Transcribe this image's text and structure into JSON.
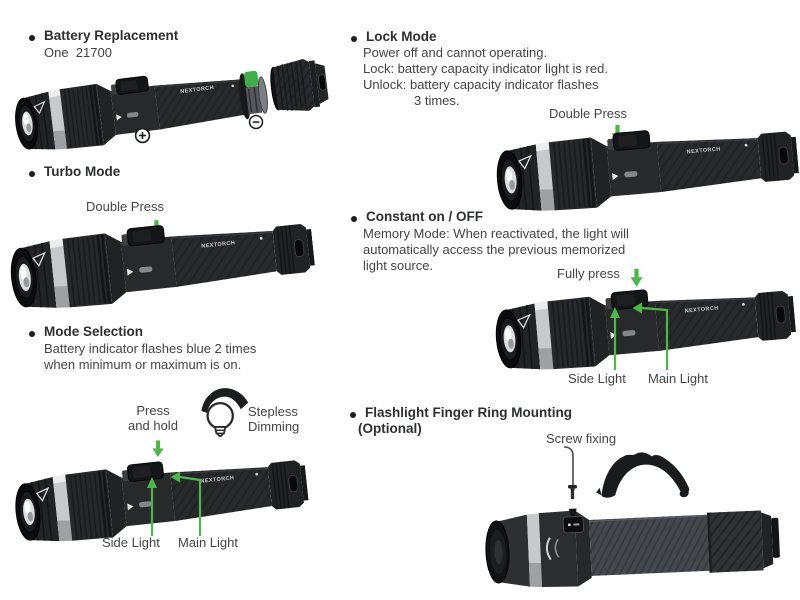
{
  "brand": "NEXTORCH",
  "colors": {
    "accent_green": "#4cb848",
    "heading_text": "#2e2f30",
    "body_text": "#434445",
    "flashlight_body": "#27292b",
    "silver_band": "#c7c9cb",
    "battery_green": "#3fae49"
  },
  "icons": {
    "press_indicator": "green-down-arrow",
    "dimming": "bulb-with-arc",
    "battery_positive": "plus-circle",
    "battery_negative": "minus-circle",
    "triangle_logo": "triangle-outline"
  },
  "sections": {
    "battery": {
      "title": "Battery Replacement",
      "subtitle": "One  21700"
    },
    "lock": {
      "title": "Lock Mode",
      "lines": [
        "Power off and cannot operating.",
        "Lock: battery capacity indicator light is red.",
        "Unlock: battery capacity indicator flashes",
        "3 times."
      ],
      "press_label": "Double Press"
    },
    "turbo": {
      "title": "Turbo Mode",
      "press_label": "Double Press"
    },
    "constant": {
      "title": "Constant on / OFF",
      "lines": [
        "Memory Mode: When reactivated, the light will",
        "automatically access the previous memorized",
        "light source."
      ],
      "press_label": "Fully press",
      "side_label": "Side Light",
      "main_label": "Main Light"
    },
    "mode": {
      "title": "Mode Selection",
      "lines": [
        "Battery indicator flashes blue 2 times",
        "when minimum or maximum is on."
      ],
      "press_label_1": "Press",
      "press_label_2": "and hold",
      "dim_label_1": "Stepless",
      "dim_label_2": "Dimming",
      "side_label": "Side Light",
      "main_label": "Main Light"
    },
    "mounting": {
      "title": "Flashlight Finger Ring Mounting",
      "subtitle": "(Optional)",
      "screw_label": "Screw fixing"
    }
  }
}
